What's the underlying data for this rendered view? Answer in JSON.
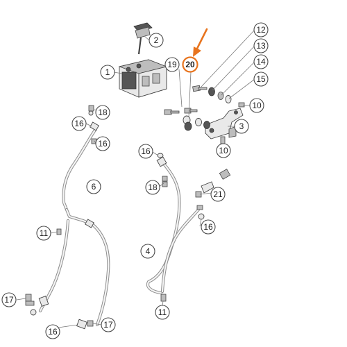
{
  "diagram": {
    "highlight_color": "#e8741e",
    "highlight_label": "20",
    "callouts": [
      {
        "id": "c1",
        "label": "1"
      },
      {
        "id": "c2",
        "label": "2"
      },
      {
        "id": "c3",
        "label": "3"
      },
      {
        "id": "c4",
        "label": "4"
      },
      {
        "id": "c6",
        "label": "6"
      },
      {
        "id": "c10a",
        "label": "10"
      },
      {
        "id": "c10b",
        "label": "10"
      },
      {
        "id": "c11a",
        "label": "11"
      },
      {
        "id": "c11b",
        "label": "11"
      },
      {
        "id": "c12",
        "label": "12"
      },
      {
        "id": "c13",
        "label": "13"
      },
      {
        "id": "c14",
        "label": "14"
      },
      {
        "id": "c15",
        "label": "15"
      },
      {
        "id": "c16a",
        "label": "16"
      },
      {
        "id": "c16b",
        "label": "16"
      },
      {
        "id": "c16c",
        "label": "16"
      },
      {
        "id": "c16d",
        "label": "16"
      },
      {
        "id": "c16e",
        "label": "16"
      },
      {
        "id": "c17a",
        "label": "17"
      },
      {
        "id": "c17b",
        "label": "17"
      },
      {
        "id": "c18a",
        "label": "18"
      },
      {
        "id": "c18b",
        "label": "18"
      },
      {
        "id": "c19",
        "label": "19"
      },
      {
        "id": "c20",
        "label": "20"
      },
      {
        "id": "c21",
        "label": "21"
      }
    ]
  }
}
